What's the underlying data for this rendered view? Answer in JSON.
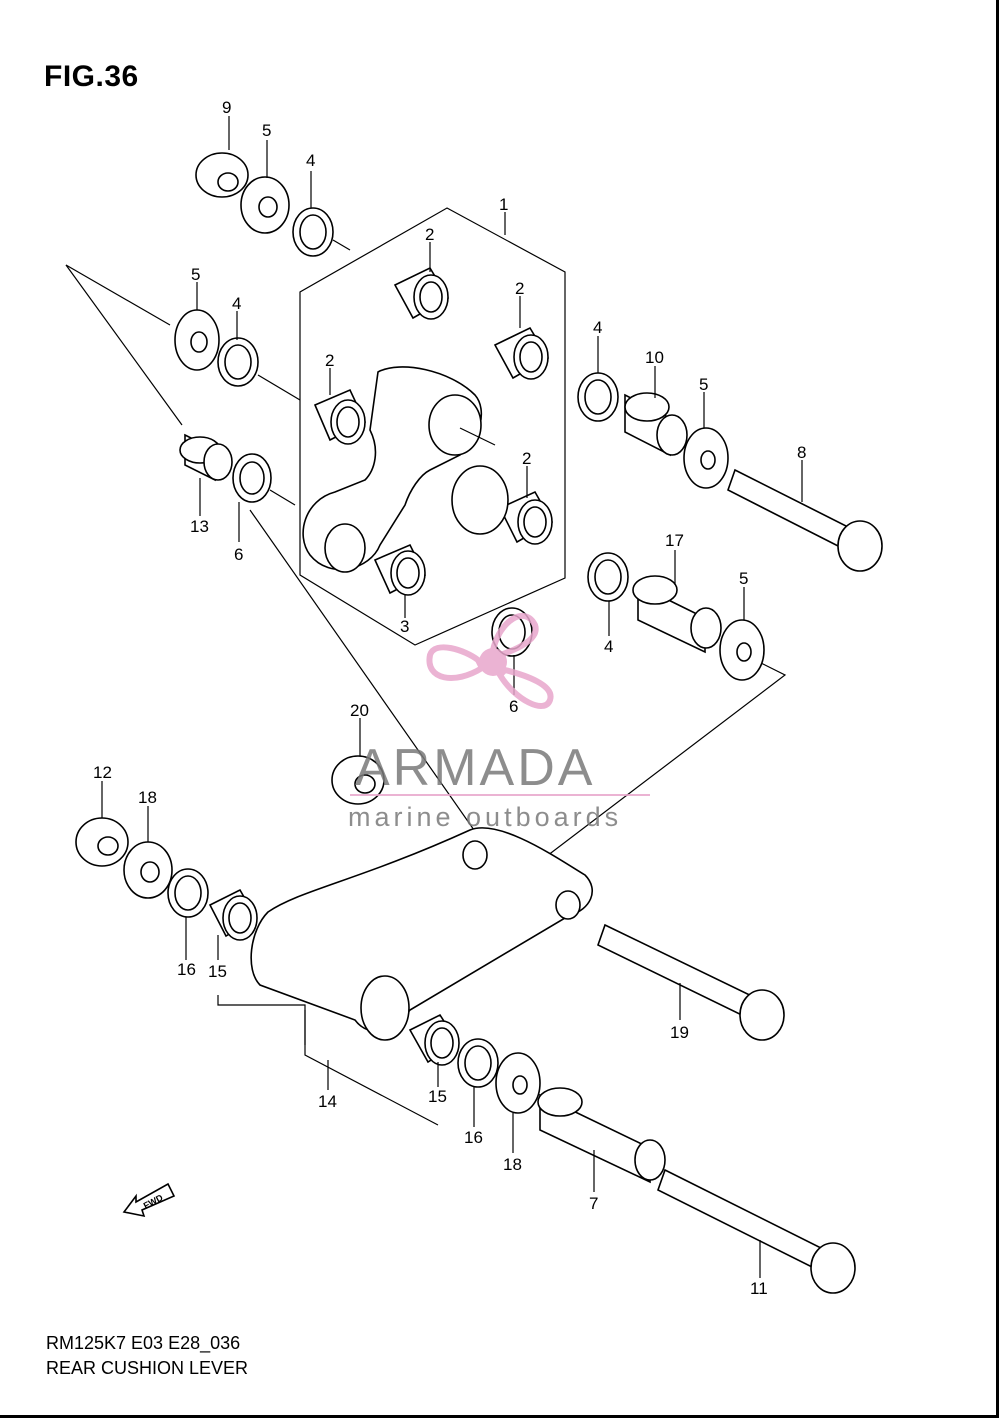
{
  "figure": {
    "title": "FIG.36",
    "model_code": "RM125K7 E03 E28_036",
    "name": "REAR CUSHION LEVER",
    "direction_label": "FWD"
  },
  "callouts": [
    "1",
    "2",
    "2",
    "2",
    "2",
    "3",
    "4",
    "4",
    "4",
    "4",
    "5",
    "5",
    "5",
    "5",
    "6",
    "6",
    "7",
    "8",
    "9",
    "10",
    "11",
    "12",
    "13",
    "14",
    "15",
    "15",
    "16",
    "16",
    "17",
    "18",
    "18",
    "19",
    "20"
  ],
  "watermark": {
    "brand": "ARMADA",
    "tagline": "marine outboards",
    "accent_color": "#e8a6cc"
  }
}
